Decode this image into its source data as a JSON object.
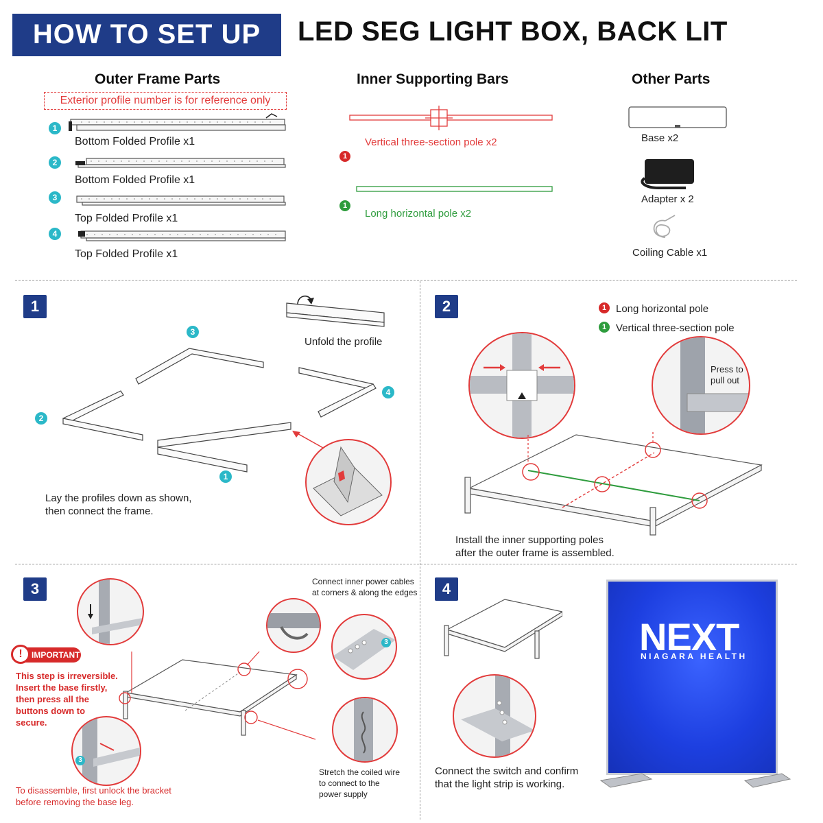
{
  "header": {
    "badge": "HOW TO SET UP",
    "title": "LED SEG LIGHT BOX, BACK LIT"
  },
  "parts": {
    "outer": {
      "title": "Outer Frame Parts",
      "note": "Exterior profile number is for reference only",
      "items": [
        {
          "num": "1",
          "label": "Bottom Folded Profile x1"
        },
        {
          "num": "2",
          "label": "Bottom Folded Profile x1"
        },
        {
          "num": "3",
          "label": "Top Folded Profile x1"
        },
        {
          "num": "4",
          "label": "Top Folded Profile x1"
        }
      ]
    },
    "inner": {
      "title": "Inner Supporting Bars",
      "items": [
        {
          "num": "1",
          "label": "Vertical three-section pole x2",
          "color": "#e23b3b"
        },
        {
          "num": "1",
          "label": "Long horizontal pole x2",
          "color": "#2e9c3d"
        }
      ]
    },
    "other": {
      "title": "Other Parts",
      "items": [
        {
          "label": "Base x2"
        },
        {
          "label": "Adapter x 2"
        },
        {
          "label": "Coiling Cable x1"
        }
      ]
    }
  },
  "steps": {
    "s1": {
      "num": "1",
      "unfold": "Unfold the profile",
      "callouts": [
        "1",
        "2",
        "3",
        "4"
      ],
      "caption_1": "Lay the profiles down as shown,",
      "caption_2": "then connect the frame."
    },
    "s2": {
      "num": "2",
      "legend": [
        {
          "num": "1",
          "label": "Long horizontal pole"
        },
        {
          "num": "1",
          "label": "Vertical three-section pole"
        }
      ],
      "press_1": "Press to",
      "press_2": "pull out",
      "caption_1": "Install the inner supporting poles",
      "caption_2": "after the outer frame is assembled."
    },
    "s3": {
      "num": "3",
      "connect_1": "Connect inner power cables",
      "connect_2": "at corners & along the edges",
      "important": "IMPORTANT",
      "warn": [
        "This step is irreversible.",
        "Insert the base firstly,",
        "then press all the",
        "buttons down to",
        "secure."
      ],
      "disassemble_1": "To disassemble, first unlock the bracket",
      "disassemble_2": "before removing the base leg.",
      "stretch": [
        "Stretch the coiled wire",
        "to connect to the",
        "power supply"
      ],
      "callout": "3"
    },
    "s4": {
      "num": "4",
      "caption_1": "Connect the switch and confirm",
      "caption_2": "that the light strip is working.",
      "brand": "NEXT",
      "brand_sub": "NIAGARA HEALTH"
    }
  },
  "colors": {
    "navy": "#1f3c88",
    "teal": "#2bb8c8",
    "red": "#e23b3b",
    "green": "#2e9c3d",
    "panel_blue": "#1d3fe0"
  }
}
